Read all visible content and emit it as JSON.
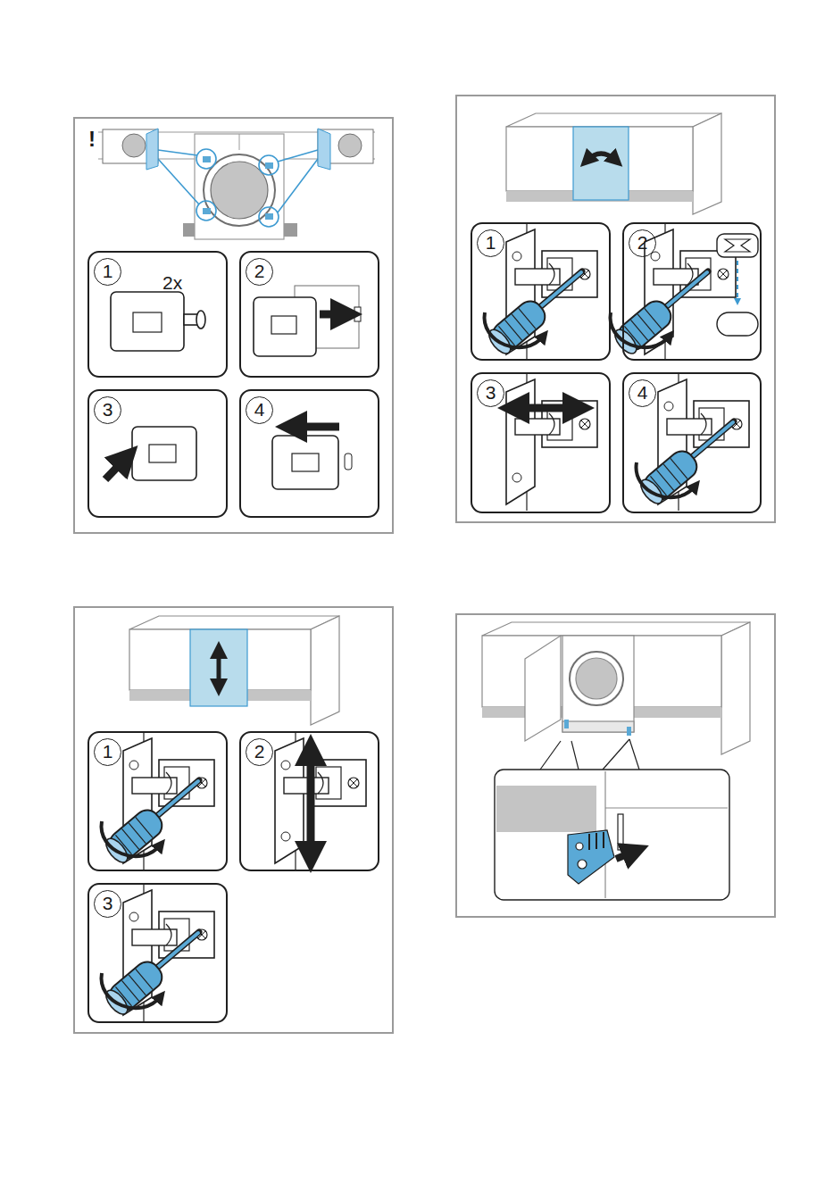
{
  "diagram": {
    "nodes": [
      {
        "text": [
          "1",
          "2x"
        ]
      },
      {
        "text": [
          "2"
        ]
      },
      {
        "text": [
          "3"
        ]
      },
      {
        "text": [
          "4"
        ]
      },
      {
        "text": [
          "1"
        ]
      },
      {
        "text": [
          "2"
        ]
      },
      {
        "text": [
          "3"
        ]
      },
      {
        "text": [
          "4"
        ]
      },
      {
        "text": [
          "1"
        ]
      },
      {
        "text": [
          "2"
        ]
      },
      {
        "text": [
          "3"
        ]
      }
    ],
    "labels": [
      "!"
    ]
  }
}
